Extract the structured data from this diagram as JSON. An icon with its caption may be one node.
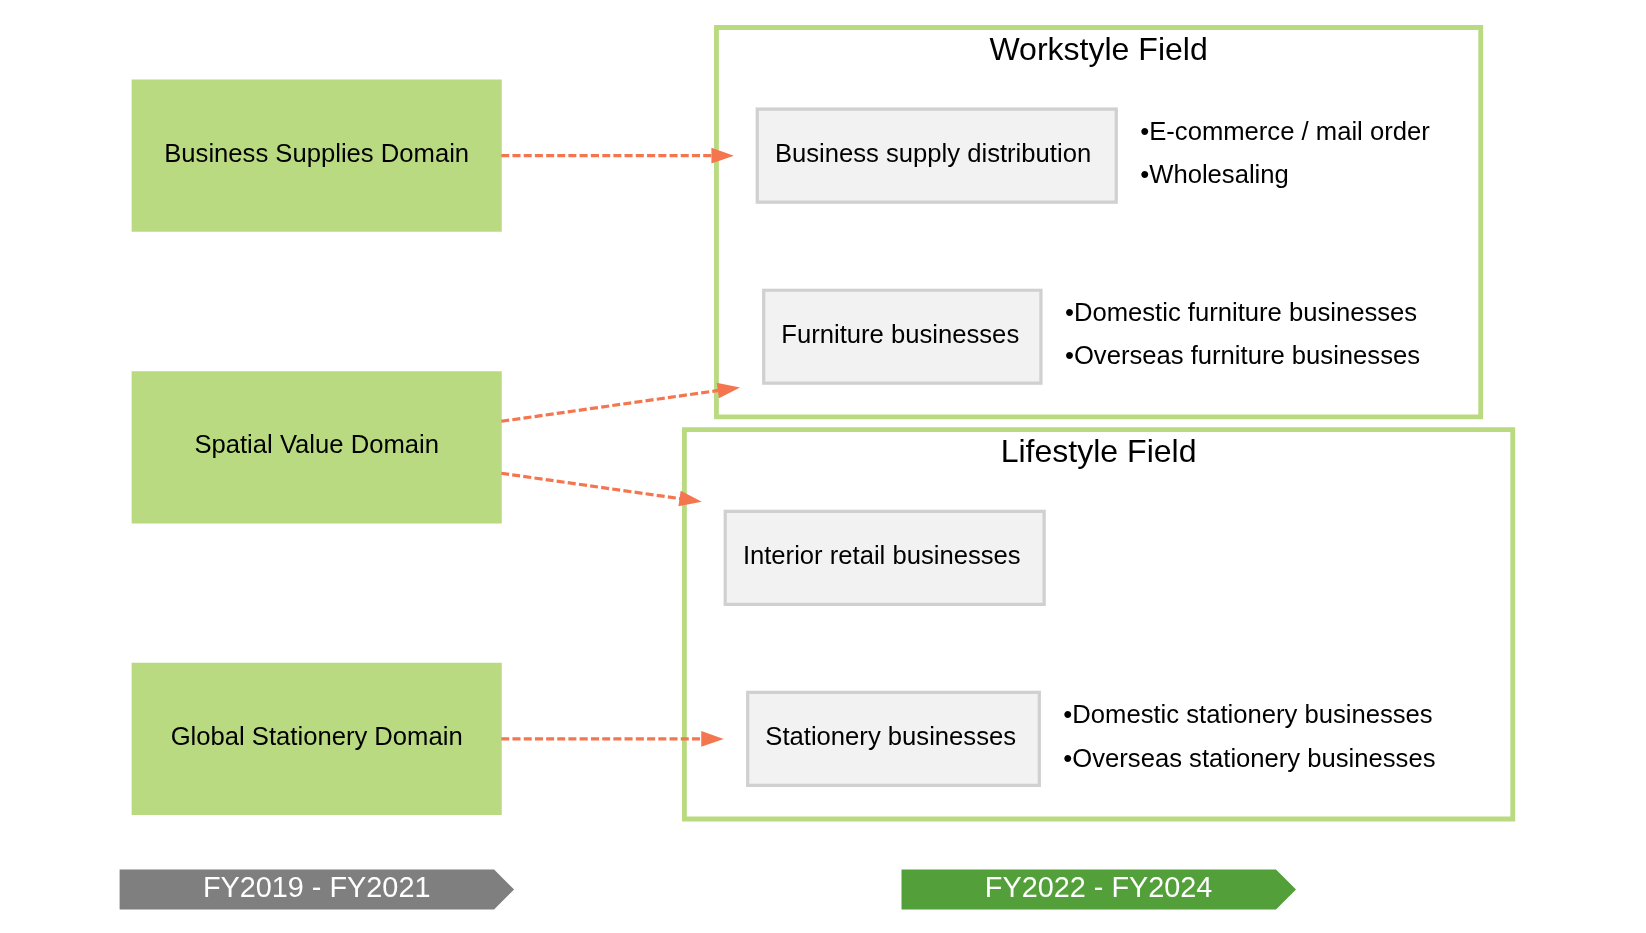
{
  "diagram": {
    "nodes": [
      {
        "text": [
          "FY2019 - FY2021"
        ]
      },
      {
        "text": [
          "FY2022 - FY2024"
        ]
      },
      {
        "text": [
          "Spatial Value Domain"
        ]
      },
      {
        "text": [
          "Business Supplies Domain"
        ]
      },
      {
        "text": [
          "Global Stationery Domain"
        ]
      },
      {
        "text": [
          "Workstyle Field"
        ]
      },
      {
        "text": [
          "Furniture businesses"
        ],
        "in": 5,
        "beside": [
          "•Domestic furniture businesses",
          "•Overseas furniture businesses"
        ]
      },
      {
        "text": [
          "Business supply distribution"
        ],
        "in": 5,
        "beside": [
          "•E-commerce / mail order",
          "•Wholesaling"
        ]
      },
      {
        "text": [
          "Lifestyle Field"
        ]
      },
      {
        "text": [
          "Stationery businesses"
        ],
        "in": 8,
        "beside": [
          "•Domestic stationery businesses",
          "•Overseas stationery businesses"
        ]
      },
      {
        "text": [
          "Interior retail businesses"
        ],
        "in": 8
      }
    ],
    "edges": [
      {
        "from": 2,
        "to": 6,
        "arrow": "to",
        "style": "dashed"
      },
      {
        "from": 2,
        "to": 10,
        "arrow": "to",
        "style": "dashed"
      },
      {
        "from": 3,
        "to": 7,
        "arrow": "to",
        "style": "dashed"
      },
      {
        "from": 4,
        "to": 9,
        "arrow": "to",
        "style": "dashed"
      }
    ]
  }
}
